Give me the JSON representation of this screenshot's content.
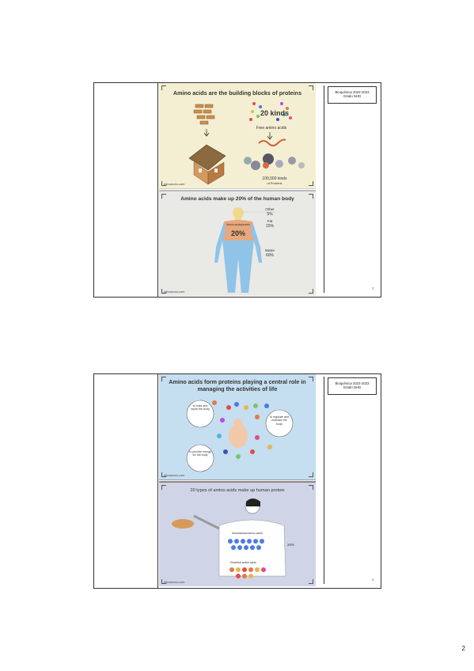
{
  "header_label": {
    "line1": "Bioquímica 2022-2023",
    "line2": "Grado NHD"
  },
  "slides": [
    {
      "number": "3",
      "top_panel": {
        "title": "Amino acids are the building blocks of proteins",
        "count_label": "20 kinds",
        "free_label": "Free amino acids",
        "proteins_label_1": "100,000 kinds",
        "proteins_label_2": "of Proteins",
        "brand": "Ajinomoto.com"
      },
      "bottom_panel": {
        "title": "Amino acids make up 20% of the human body",
        "other_label": "Other",
        "other_value": "5%",
        "fat_label": "Fat",
        "fat_value": "15%",
        "water_label": "Water",
        "water_value": "60%",
        "protein_label": "Amino acids/protein",
        "protein_value": "20%",
        "brand": "Ajinomoto.com"
      }
    },
    {
      "number": "4",
      "top_panel": {
        "title": "Amino acids form proteins playing a central role in managing the activities of life",
        "bubble_1": "to build and repair the body",
        "bubble_2": "to regulate and maintain the body",
        "bubble_3": "to provide energy for the body",
        "brand": "Ajinomoto.com"
      },
      "bottom_panel": {
        "title": "20 types of amino acids make up human protein",
        "nonessential_label": "Nonessential amino acids",
        "essential_label": "Essential amino acids",
        "body_pct": "20%",
        "brand": "Ajinomoto.com"
      }
    }
  ],
  "page_number": "2",
  "colors": {
    "body_blue": "#8fc3e8",
    "body_orange": "#e8a77c",
    "body_yellow": "#efd98a"
  }
}
